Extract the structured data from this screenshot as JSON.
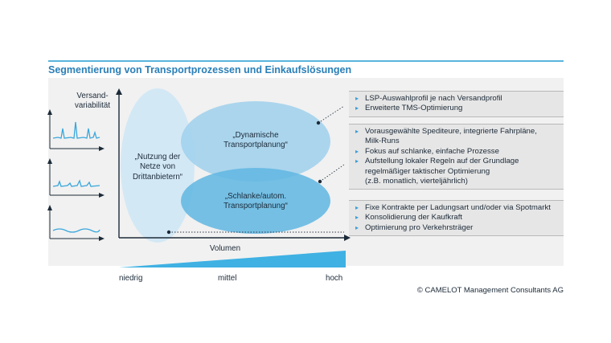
{
  "title": "Segmentierung von Transportprozessen und Einkaufslösungen",
  "axes": {
    "y_label": [
      "Versand-",
      "variabilität"
    ],
    "x_label": "Volumen",
    "scale": {
      "low": "niedrig",
      "mid": "mittel",
      "high": "hoch"
    }
  },
  "segments": {
    "third_party": [
      "„Nutzung der",
      "Netze von",
      "Drittanbietern“"
    ],
    "dynamic": [
      "„Dynamische",
      "Transportplanung“"
    ],
    "lean": [
      "„Schlanke/autom.",
      "Transportplanung“"
    ]
  },
  "boxes": {
    "box1": [
      "LSP-Auswahlprofil je nach Versandprofil",
      "Erweiterte TMS-Optimierung"
    ],
    "box2": [
      [
        "Vorausgewählte Spediteure, integrierte Fahrpläne,",
        "Milk-Runs"
      ],
      [
        "Fokus auf schlanke, einfache Prozesse"
      ],
      [
        "Aufstellung lokaler Regeln auf der Grundlage",
        "regelmäßiger taktischer Optimierung",
        "(z.B. monatlich, vierteljährlich)"
      ]
    ],
    "box3": [
      "Fixe Kontrakte per Ladungsart und/oder via Spotmarkt",
      "Konsolidierung der Kaufkraft",
      "Optimierung pro Verkehrsträger"
    ]
  },
  "bullet_glyph": "▸",
  "credit": "© CAMELOT Management Consultants AG",
  "colors": {
    "accent": "#3a9ed6",
    "title": "#2a7fb8",
    "ellipse_light": "#cfe6f4",
    "ellipse_mid": "#a8d6ee",
    "ellipse_dark": "#6fbde4"
  }
}
